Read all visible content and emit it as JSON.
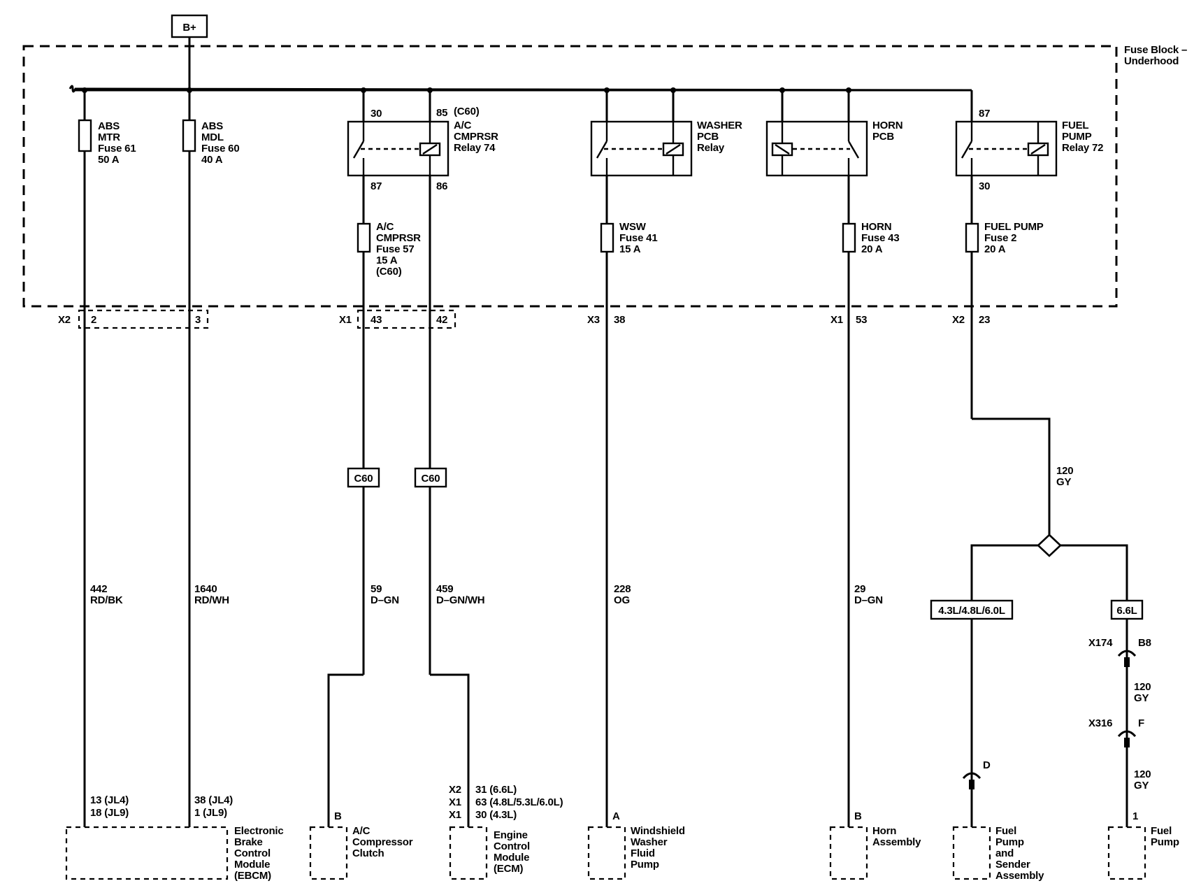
{
  "power": {
    "label": "B+"
  },
  "fuse_block": {
    "label_line1": "Fuse Block –",
    "label_line2": "Underhood"
  },
  "fuses": {
    "abs_mtr": [
      "ABS",
      "MTR",
      "Fuse 61",
      "50 A"
    ],
    "abs_mdl": [
      "ABS",
      "MDL",
      "Fuse 60",
      "40 A"
    ],
    "ac_cmprsr": [
      "A/C",
      "CMPRSR",
      "Fuse 57",
      "15 A",
      "(C60)"
    ],
    "wsw": [
      "WSW",
      "Fuse 41",
      "15 A"
    ],
    "horn": [
      "HORN",
      "Fuse 43",
      "20 A"
    ],
    "fuel_pump": [
      "FUEL PUMP",
      "Fuse 2",
      "20 A"
    ]
  },
  "relays": {
    "ac": {
      "lines": [
        "A/C",
        "CMPRSR",
        "Relay 74"
      ],
      "pin30": "30",
      "pin85": "85",
      "pin85_note": "(C60)",
      "pin87": "87",
      "pin86": "86"
    },
    "washer": {
      "lines": [
        "WASHER",
        "PCB",
        "Relay"
      ]
    },
    "horn": {
      "lines": [
        "HORN",
        "PCB"
      ]
    },
    "fuel": {
      "lines": [
        "FUEL",
        "PUMP",
        "Relay 72"
      ],
      "pin87": "87",
      "pin30": "30"
    }
  },
  "connectors": {
    "x2_a": {
      "name": "X2",
      "pins": [
        "2",
        "3"
      ]
    },
    "x1_a": {
      "name": "X1",
      "pins": [
        "43",
        "42"
      ]
    },
    "x3": {
      "name": "X3",
      "pin": "38"
    },
    "x1_b": {
      "name": "X1",
      "pin": "53"
    },
    "x2_b": {
      "name": "X2",
      "pin": "23"
    }
  },
  "inline": {
    "c60_left": "C60",
    "c60_right": "C60"
  },
  "wires": {
    "w442": [
      "442",
      "RD/BK"
    ],
    "w1640": [
      "1640",
      "RD/WH"
    ],
    "w59": [
      "59",
      "D–GN"
    ],
    "w459": [
      "459",
      "D–GN/WH"
    ],
    "w228": [
      "228",
      "OG"
    ],
    "w29": [
      "29",
      "D–GN"
    ],
    "w120_main": [
      "120",
      "GY"
    ],
    "w120_a": [
      "120",
      "GY"
    ],
    "w120_b": [
      "120",
      "GY"
    ]
  },
  "options": {
    "left": "4.3L/4.8L/6.0L",
    "right": "6.6L"
  },
  "inline_connectors": {
    "x174": {
      "name": "X174",
      "pin": "B8"
    },
    "x316": {
      "name": "X316",
      "pin": "F"
    },
    "d": {
      "pin": "D"
    }
  },
  "pins": {
    "ebcm_left": [
      "13 (JL4)",
      "18 (JL9)"
    ],
    "ebcm_right": [
      "38 (JL4)",
      "1 (JL9)"
    ],
    "clutch": "B",
    "ecm": [
      [
        "X2",
        "31 (6.6L)"
      ],
      [
        "X1",
        "63 (4.8L/5.3L/6.0L)"
      ],
      [
        "X1",
        "30 (4.3L)"
      ]
    ],
    "washer_pump": "A",
    "horn_assy": "B",
    "fuel_pump": "1"
  },
  "components": {
    "ebcm": [
      "Electronic",
      "Brake",
      "Control",
      "Module",
      "(EBCM)"
    ],
    "clutch": [
      "A/C",
      "Compressor",
      "Clutch"
    ],
    "ecm": [
      "Engine",
      "Control",
      "Module",
      "(ECM)"
    ],
    "washer_pump": [
      "Windshield",
      "Washer",
      "Fluid",
      "Pump"
    ],
    "horn_assy": [
      "Horn",
      "Assembly"
    ],
    "fuel_sender": [
      "Fuel",
      "Pump",
      "and",
      "Sender",
      "Assembly"
    ],
    "fuel_pump": [
      "Fuel",
      "Pump"
    ]
  }
}
